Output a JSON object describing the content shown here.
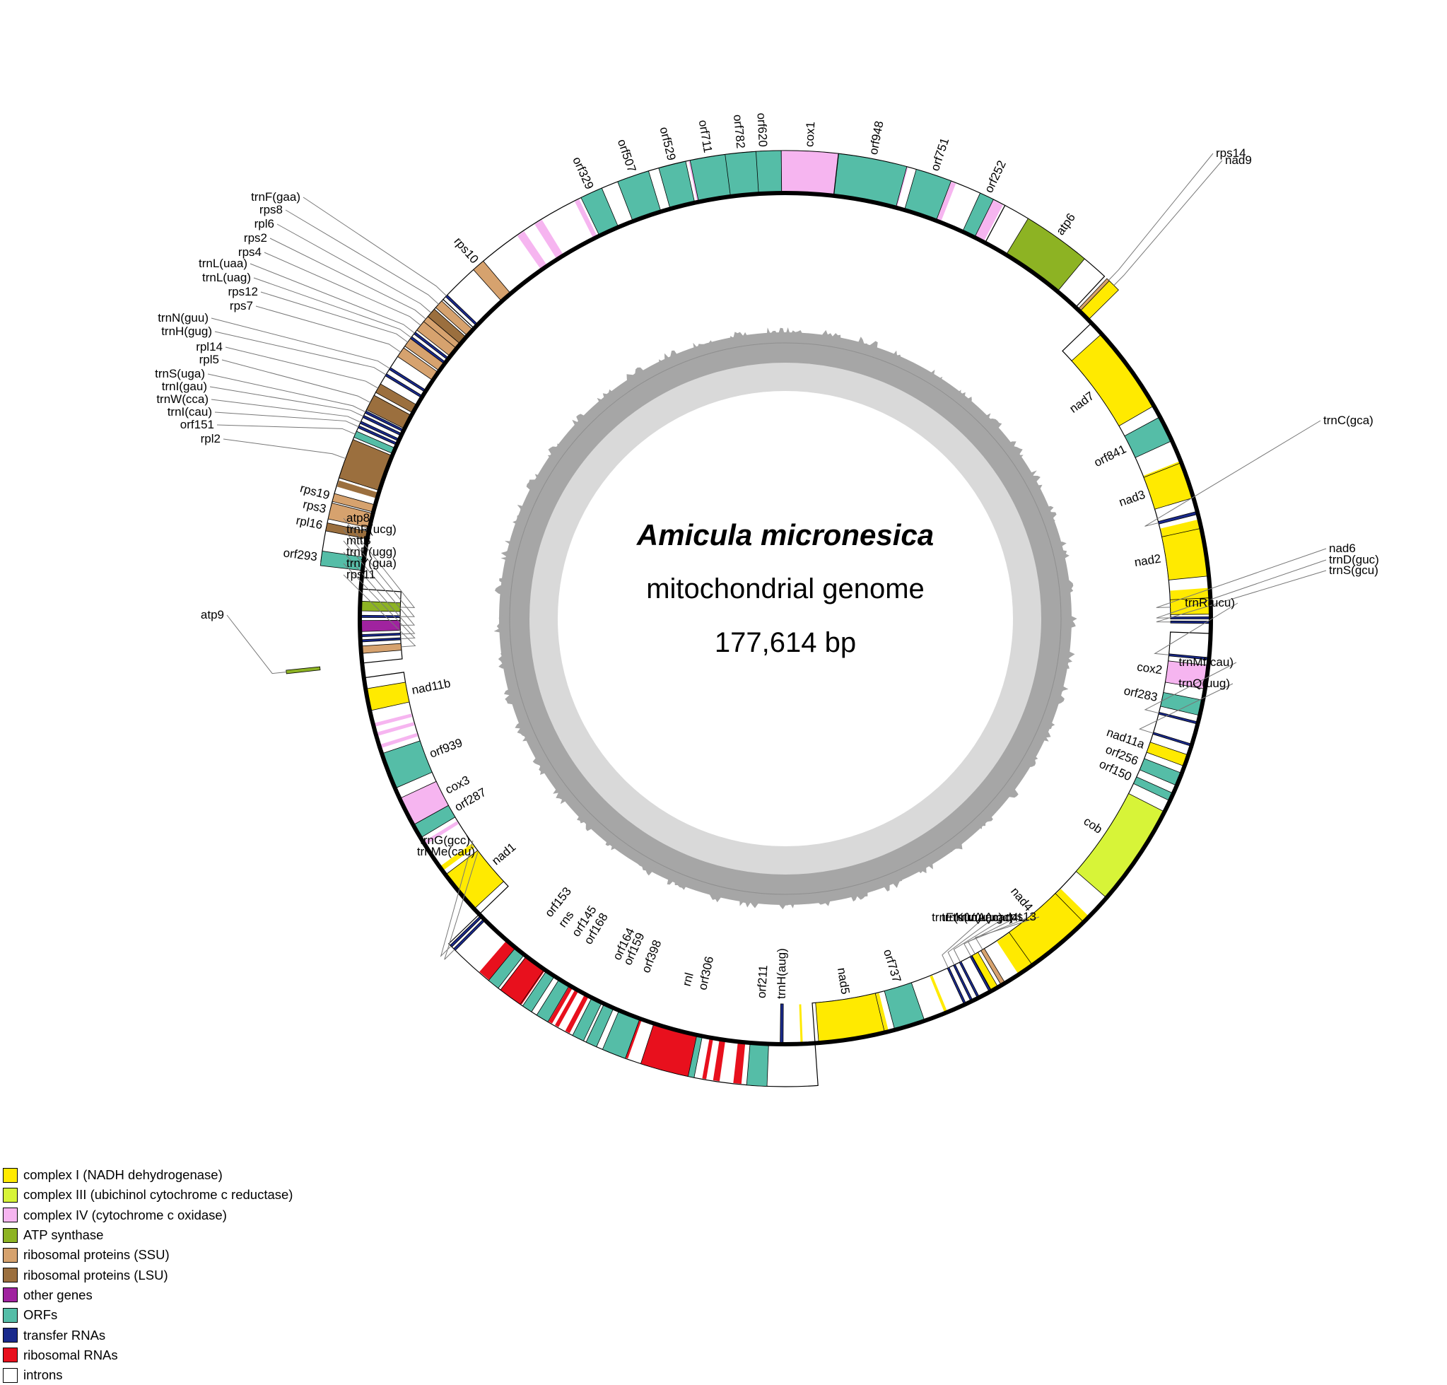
{
  "title": {
    "species": "Amicula micronesica",
    "subtitle": "mitochondrial genome",
    "size": "177,614 bp"
  },
  "genome_length": 177614,
  "legend": [
    {
      "key": "c1",
      "label": "complex I (NADH dehydrogenase)",
      "color": "#ffea00"
    },
    {
      "key": "c3",
      "label": "complex III (ubichinol cytochrome c reductase)",
      "color": "#d7f438"
    },
    {
      "key": "c4",
      "label": "complex IV (cytochrome c oxidase)",
      "color": "#f6b5f0"
    },
    {
      "key": "atp",
      "label": "ATP synthase",
      "color": "#8db323"
    },
    {
      "key": "ssu",
      "label": "ribosomal proteins (SSU)",
      "color": "#d6a26e"
    },
    {
      "key": "lsu",
      "label": "ribosomal proteins (LSU)",
      "color": "#9b6f3e"
    },
    {
      "key": "oth",
      "label": "other genes",
      "color": "#a0239f"
    },
    {
      "key": "orf",
      "label": "ORFs",
      "color": "#55bda7"
    },
    {
      "key": "trn",
      "label": "transfer RNAs",
      "color": "#1a2a8c"
    },
    {
      "key": "rrn",
      "label": "ribosomal RNAs",
      "color": "#e8101d"
    },
    {
      "key": "int",
      "label": "introns",
      "color": "#ffffff"
    }
  ],
  "genes": [
    {
      "name": "orf620",
      "cat": "orf"
    },
    {
      "name": "cox1",
      "cat": "c4"
    },
    {
      "name": "orf948",
      "cat": "orf"
    },
    {
      "name": "orf751",
      "cat": "orf"
    },
    {
      "name": "orf252",
      "cat": "orf"
    },
    {
      "name": "atp6",
      "cat": "atp"
    },
    {
      "name": "rps14",
      "cat": "ssu"
    },
    {
      "name": "nad9",
      "cat": "c1"
    },
    {
      "name": "nad7",
      "cat": "c1"
    },
    {
      "name": "orf841",
      "cat": "orf"
    },
    {
      "name": "nad3",
      "cat": "c1"
    },
    {
      "name": "trnC(gca)",
      "cat": "trn"
    },
    {
      "name": "nad2",
      "cat": "c1"
    },
    {
      "name": "nad6",
      "cat": "c1"
    },
    {
      "name": "trnD(guc)",
      "cat": "trn"
    },
    {
      "name": "trnS(gcu)",
      "cat": "trn"
    },
    {
      "name": "trnR(ucu)",
      "cat": "trn"
    },
    {
      "name": "cox2",
      "cat": "c4"
    },
    {
      "name": "orf283",
      "cat": "orf"
    },
    {
      "name": "trnMf(cau)",
      "cat": "trn"
    },
    {
      "name": "trnQ(uug)",
      "cat": "trn"
    },
    {
      "name": "nad11a",
      "cat": "c1"
    },
    {
      "name": "orf256",
      "cat": "orf"
    },
    {
      "name": "orf150",
      "cat": "orf"
    },
    {
      "name": "cob",
      "cat": "c3"
    },
    {
      "name": "nad4",
      "cat": "c1"
    },
    {
      "name": "rps13",
      "cat": "ssu"
    },
    {
      "name": "nad4L",
      "cat": "c1"
    },
    {
      "name": "trnA(ugc)",
      "cat": "trn"
    },
    {
      "name": "trnV(uac)",
      "cat": "trn"
    },
    {
      "name": "trnK(uuu)",
      "cat": "trn"
    },
    {
      "name": "trnE(uuc)",
      "cat": "trn"
    },
    {
      "name": "orf737",
      "cat": "orf"
    },
    {
      "name": "nad5",
      "cat": "c1"
    },
    {
      "name": "trnH(aug)",
      "cat": "trn"
    },
    {
      "name": "orf211",
      "cat": "orf"
    },
    {
      "name": "orf306",
      "cat": "orf"
    },
    {
      "name": "rnl",
      "cat": "rrn"
    },
    {
      "name": "orf398",
      "cat": "orf"
    },
    {
      "name": "orf159",
      "cat": "orf"
    },
    {
      "name": "orf164",
      "cat": "orf"
    },
    {
      "name": "orf168",
      "cat": "orf"
    },
    {
      "name": "orf145",
      "cat": "orf"
    },
    {
      "name": "rns",
      "cat": "rrn"
    },
    {
      "name": "orf153",
      "cat": "orf"
    },
    {
      "name": "trnMe(cau)",
      "cat": "trn"
    },
    {
      "name": "trnG(gcc)",
      "cat": "trn"
    },
    {
      "name": "nad1",
      "cat": "c1"
    },
    {
      "name": "orf287",
      "cat": "orf"
    },
    {
      "name": "cox3",
      "cat": "c4"
    },
    {
      "name": "orf939",
      "cat": "orf"
    },
    {
      "name": "nad11b",
      "cat": "c1"
    },
    {
      "name": "atp9",
      "cat": "atp"
    },
    {
      "name": "rps11",
      "cat": "ssu"
    },
    {
      "name": "trnY(gua)",
      "cat": "trn"
    },
    {
      "name": "trnP(ugg)",
      "cat": "trn"
    },
    {
      "name": "mttB",
      "cat": "oth"
    },
    {
      "name": "trnR(ucg)",
      "cat": "trn"
    },
    {
      "name": "atp8",
      "cat": "atp"
    },
    {
      "name": "orf293",
      "cat": "orf"
    },
    {
      "name": "rpl16",
      "cat": "lsu"
    },
    {
      "name": "rps3",
      "cat": "ssu"
    },
    {
      "name": "rps19",
      "cat": "ssu"
    },
    {
      "name": "rpl2",
      "cat": "lsu"
    },
    {
      "name": "orf151",
      "cat": "orf"
    },
    {
      "name": "trnI(cau)",
      "cat": "trn"
    },
    {
      "name": "trnW(cca)",
      "cat": "trn"
    },
    {
      "name": "trnI(gau)",
      "cat": "trn"
    },
    {
      "name": "trnS(uga)",
      "cat": "trn"
    },
    {
      "name": "rpl5",
      "cat": "lsu"
    },
    {
      "name": "rpl14",
      "cat": "lsu"
    },
    {
      "name": "trnH(gug)",
      "cat": "trn"
    },
    {
      "name": "trnN(guu)",
      "cat": "trn"
    },
    {
      "name": "rps7",
      "cat": "ssu"
    },
    {
      "name": "rps12",
      "cat": "ssu"
    },
    {
      "name": "trnL(uag)",
      "cat": "trn"
    },
    {
      "name": "trnL(uaa)",
      "cat": "trn"
    },
    {
      "name": "rps4",
      "cat": "ssu"
    },
    {
      "name": "rps2",
      "cat": "ssu"
    },
    {
      "name": "rpl6",
      "cat": "lsu"
    },
    {
      "name": "rps8",
      "cat": "ssu"
    },
    {
      "name": "trnF(gaa)",
      "cat": "trn"
    },
    {
      "name": "rps10",
      "cat": "ssu"
    },
    {
      "name": "orf329",
      "cat": "orf"
    },
    {
      "name": "orf507",
      "cat": "orf"
    },
    {
      "name": "orf529",
      "cat": "orf"
    },
    {
      "name": "orf711",
      "cat": "orf"
    },
    {
      "name": "orf782",
      "cat": "orf"
    }
  ]
}
